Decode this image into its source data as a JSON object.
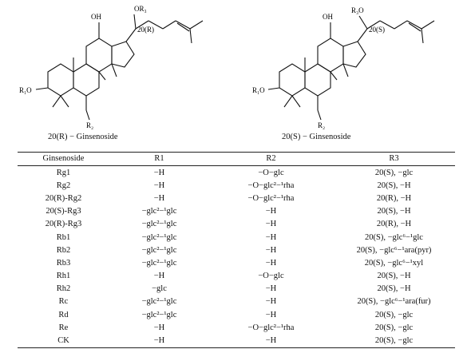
{
  "structures": {
    "left_caption": "20(R) − Ginsenoside",
    "right_caption": "20(S) − Ginsenoside",
    "left_labels": {
      "oh": "OH",
      "or3": "OR₃",
      "config": "20(R)",
      "r1o": "R₁O",
      "r2": "R₂"
    },
    "right_labels": {
      "r3o": "R₃O",
      "oh": "OH",
      "config": "20(S)",
      "r1o": "R₁O",
      "r2": "R₂"
    }
  },
  "table": {
    "headers": [
      "Ginsenoside",
      "R1",
      "R2",
      "R3"
    ],
    "rows": [
      [
        "Rg1",
        "−H",
        "−O−glc",
        "20(S), −glc"
      ],
      [
        "Rg2",
        "−H",
        "−O−glc²−¹rha",
        "20(S), −H"
      ],
      [
        "20(R)-Rg2",
        "−H",
        "−O−glc²−¹rha",
        "20(R), −H"
      ],
      [
        "20(S)-Rg3",
        "−glc²−¹glc",
        "−H",
        "20(S), −H"
      ],
      [
        "20(R)-Rg3",
        "−glc²−¹glc",
        "−H",
        "20(R), −H"
      ],
      [
        "Rb1",
        "−glc²−¹glc",
        "−H",
        "20(S), −glc⁶−¹glc"
      ],
      [
        "Rb2",
        "−glc²−¹glc",
        "−H",
        "20(S), −glc⁶−¹ara(pyr)"
      ],
      [
        "Rb3",
        "−glc²−¹glc",
        "−H",
        "20(S), −glc⁶−¹xyl"
      ],
      [
        "Rh1",
        "−H",
        "−O−glc",
        "20(S), −H"
      ],
      [
        "Rh2",
        "−glc",
        "−H",
        "20(S), −H"
      ],
      [
        "Rc",
        "−glc²−¹glc",
        "−H",
        "20(S), −glc⁶−¹ara(fur)"
      ],
      [
        "Rd",
        "−glc²−¹glc",
        "−H",
        "20(S), −glc"
      ],
      [
        "Re",
        "−H",
        "−O−glc²−¹rha",
        "20(S), −glc"
      ],
      [
        "CK",
        "−H",
        "−H",
        "20(S), −glc"
      ]
    ]
  }
}
